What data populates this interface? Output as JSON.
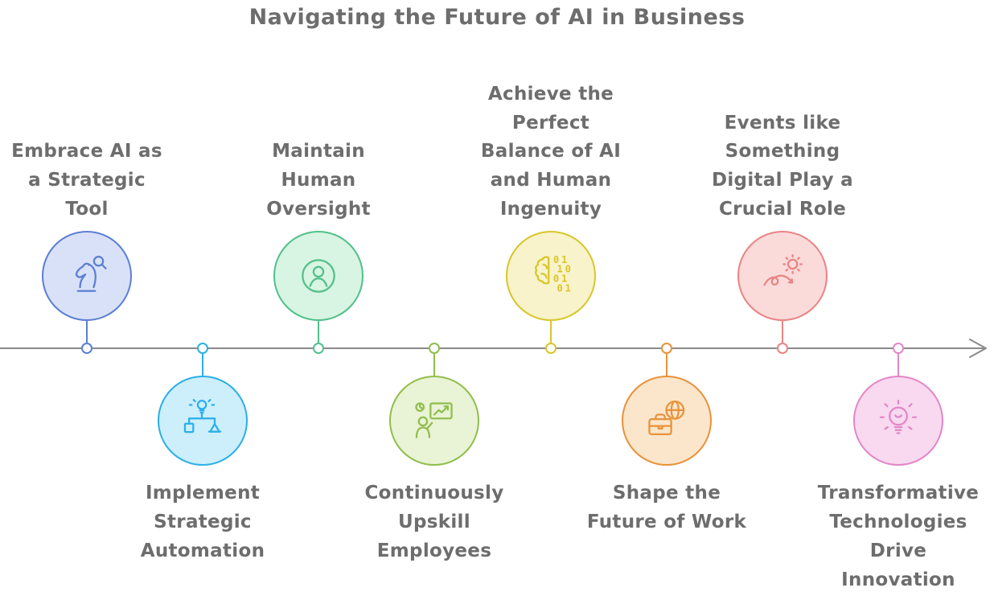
{
  "title": "Navigating the Future of AI in Business",
  "colors": {
    "axis": "#8a8a8a",
    "text": "#6d6d6d"
  },
  "timeline": {
    "binary_digits": [
      "01",
      "10",
      "01",
      "01"
    ],
    "nodes": [
      {
        "label": "Embrace AI as\na Strategic\nTool",
        "position": "above",
        "icon": "chess-knight-icon",
        "color": "#5b7fd4",
        "fill": "#d9e1f8"
      },
      {
        "label": "Implement\nStrategic\nAutomation",
        "position": "below",
        "icon": "automation-icon",
        "color": "#2bafe8",
        "fill": "#cdeefb"
      },
      {
        "label": "Maintain\nHuman\nOversight",
        "position": "above",
        "icon": "person-icon",
        "color": "#52c08b",
        "fill": "#d7f5e2"
      },
      {
        "label": "Continuously\nUpskill\nEmployees",
        "position": "below",
        "icon": "presentation-chart-icon",
        "color": "#90be4c",
        "fill": "#e9f3d5"
      },
      {
        "label": "Achieve the\nPerfect\nBalance of AI\nand Human\nIngenuity",
        "position": "above",
        "icon": "ai-brain-binary-icon",
        "color": "#d8c62a",
        "fill": "#f8f3cb"
      },
      {
        "label": "Shape the\nFuture of Work",
        "position": "below",
        "icon": "briefcase-globe-icon",
        "color": "#e99239",
        "fill": "#fbe6cb"
      },
      {
        "label": "Events like\nSomething\nDigital Play a\nCrucial Role",
        "position": "above",
        "icon": "sun-swoosh-icon",
        "color": "#e98484",
        "fill": "#fbdada"
      },
      {
        "label": "Transformative\nTechnologies\nDrive\nInnovation",
        "position": "below",
        "icon": "lightbulb-icon",
        "color": "#e387c7",
        "fill": "#f8d9ef"
      }
    ]
  }
}
